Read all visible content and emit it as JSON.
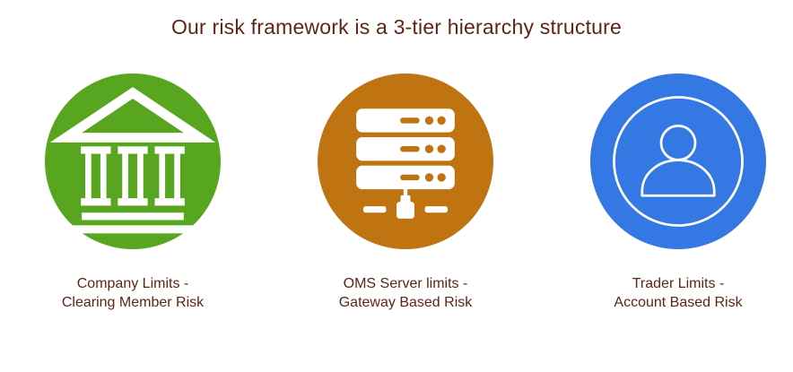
{
  "title": "Our risk framework is a 3-tier hierarchy structure",
  "colors": {
    "background": "#FFFFFF",
    "text": "#5E2517",
    "tier_green": "#58A51F",
    "tier_orange": "#BF7311",
    "tier_blue": "#3478E4",
    "icon_foreground": "#FFFFFF"
  },
  "tiers": [
    {
      "id": "company",
      "icon": "bank-icon",
      "color": "#58A51F",
      "label_line1": "Company Limits -",
      "label_line2": "Clearing Member Risk"
    },
    {
      "id": "oms-server",
      "icon": "server-stack-icon",
      "color": "#BF7311",
      "label_line1": "OMS Server limits -",
      "label_line2": "Gateway Based Risk"
    },
    {
      "id": "trader",
      "icon": "user-outline-icon",
      "color": "#3478E4",
      "label_line1": "Trader Limits -",
      "label_line2": "Account Based Risk"
    }
  ]
}
